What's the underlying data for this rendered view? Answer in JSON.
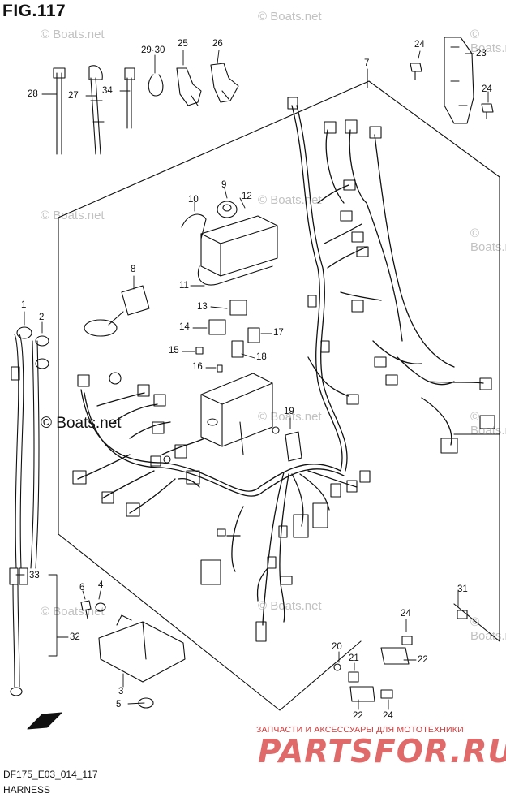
{
  "header": {
    "title": "FIG.117"
  },
  "footer": {
    "model_code": "DF175_E03_014_117",
    "section_name": "HARNESS"
  },
  "watermark": {
    "text": "© Boats.net"
  },
  "shop_banner": {
    "tagline": "ЗАПЧАСТИ И АКСЕССУАРЫ ДЛЯ МОТОТЕХНИКИ",
    "logo_text": "PARTSFOR.RU"
  },
  "fwd_arrow": {
    "label": "FWD"
  },
  "callouts": [
    "1",
    "2",
    "4",
    "5",
    "6",
    "7",
    "8",
    "9",
    "10",
    "11",
    "12",
    "13",
    "14",
    "15",
    "16",
    "17",
    "18",
    "19",
    "20",
    "21",
    "22",
    "22",
    "23",
    "24",
    "24",
    "24",
    "24",
    "25",
    "26",
    "27",
    "28",
    "29·30",
    "31",
    "32",
    "33",
    "34",
    "3"
  ],
  "colors": {
    "line": "#111111",
    "watermark": "#c2c2c2",
    "shop_red": "#e06a6a"
  }
}
